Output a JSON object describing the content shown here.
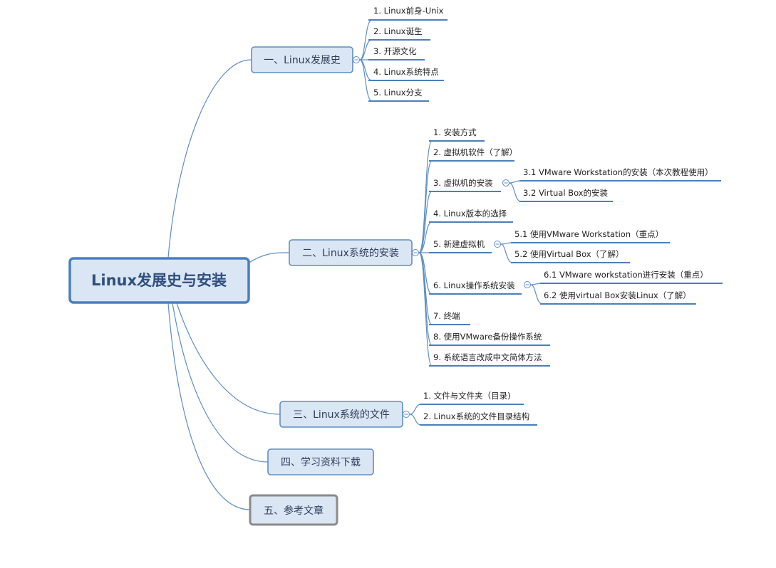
{
  "root": {
    "label": "Linux发展史与安装"
  },
  "branches": [
    {
      "label": "一、Linux发展史",
      "children": [
        {
          "label": "1. Linux前身-Unix"
        },
        {
          "label": "2. Linux诞生"
        },
        {
          "label": "3. 开源文化"
        },
        {
          "label": "4. Linux系统特点"
        },
        {
          "label": "5. Linux分支"
        }
      ]
    },
    {
      "label": "二、Linux系统的安装",
      "children": [
        {
          "label": "1. 安装方式"
        },
        {
          "label": "2. 虚拟机软件（了解）"
        },
        {
          "label": "3. 虚拟机的安装",
          "children": [
            {
              "label": "3.1 VMware Workstation的安装（本次教程使用）"
            },
            {
              "label": "3.2 Virtual Box的安装"
            }
          ]
        },
        {
          "label": "4. Linux版本的选择"
        },
        {
          "label": "5. 新建虚拟机",
          "children": [
            {
              "label": "5.1 使用VMware Workstation（重点）"
            },
            {
              "label": "5.2 使用Virtual Box（了解）"
            }
          ]
        },
        {
          "label": "6. Linux操作系统安装",
          "children": [
            {
              "label": "6.1 VMware workstation进行安装（重点）"
            },
            {
              "label": "6.2 使用virtual Box安装Linux（了解）"
            }
          ]
        },
        {
          "label": "7. 终端"
        },
        {
          "label": "8. 使用VMware备份操作系统"
        },
        {
          "label": "9. 系统语言改成中文简体方法"
        }
      ]
    },
    {
      "label": "三、Linux系统的文件",
      "children": [
        {
          "label": "1. 文件与文件夹（目录)"
        },
        {
          "label": "2. Linux系统的文件目录结构"
        }
      ]
    },
    {
      "label": "四、学习资料下载"
    },
    {
      "label": "五、参考文章"
    }
  ],
  "colors": {
    "line": "#5d8ec4",
    "box_fill": "#dbe6f4",
    "root_border": "#4a7fbd",
    "selected_border": "#8a8a8a"
  }
}
